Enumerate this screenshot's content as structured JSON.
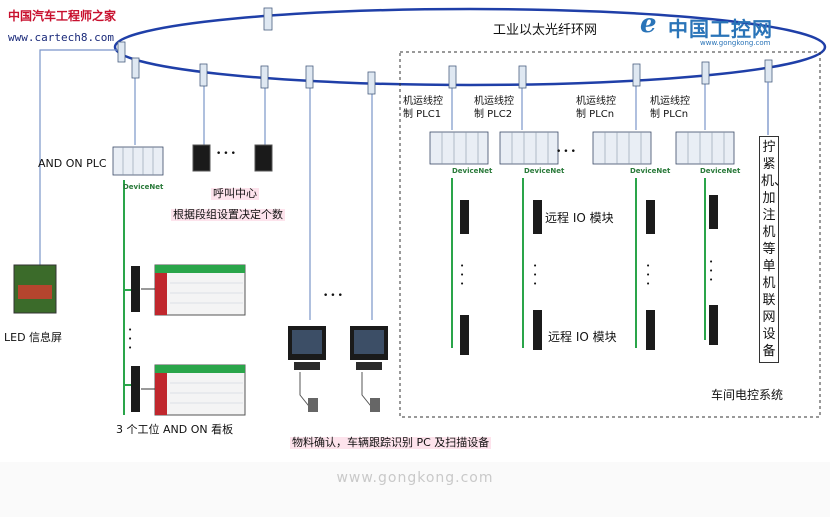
{
  "header": {
    "site_name_cn": "中国汽车工程师之家",
    "site_url": "www.cartech8.com",
    "brand_cn": "中国工控网",
    "brand_url": "www.gongkong.com"
  },
  "ring": {
    "label": "工业以太光纤环网"
  },
  "left": {
    "andon_plc": "AND ON PLC",
    "led_screen": "LED 信息屏",
    "boards": "3 个工位 AND ON 看板"
  },
  "call_center": {
    "title": "呼叫中心",
    "desc": "根据段组设置决定个数"
  },
  "dots": {
    "h": "•••",
    "v": "•\n•\n•"
  },
  "material": {
    "label": "物料确认，车辆跟踪识别 PC 及扫描设备"
  },
  "plcs": [
    {
      "label": "机运线控\n制 PLC1"
    },
    {
      "label": "机运线控\n制 PLC2"
    },
    {
      "label": "机运线控\n制 PLCn"
    },
    {
      "label": "机运线控\n制 PLCn"
    }
  ],
  "device_net": "DeviceNet",
  "remote_io": {
    "label1": "远程 IO 模块",
    "label2": "远程 IO 模块"
  },
  "vertical_text": "拧紧机、加注机等单机联网设备",
  "workshop": {
    "label": "车间电控系统"
  },
  "footer": {
    "watermark": "www.gongkong.com"
  },
  "colors": {
    "ring": "#1f3fa8",
    "fiber": "#6e8fd0",
    "devnet": "#2aa54a",
    "pink": "#fde3ec",
    "brand": "#2a74b8"
  }
}
